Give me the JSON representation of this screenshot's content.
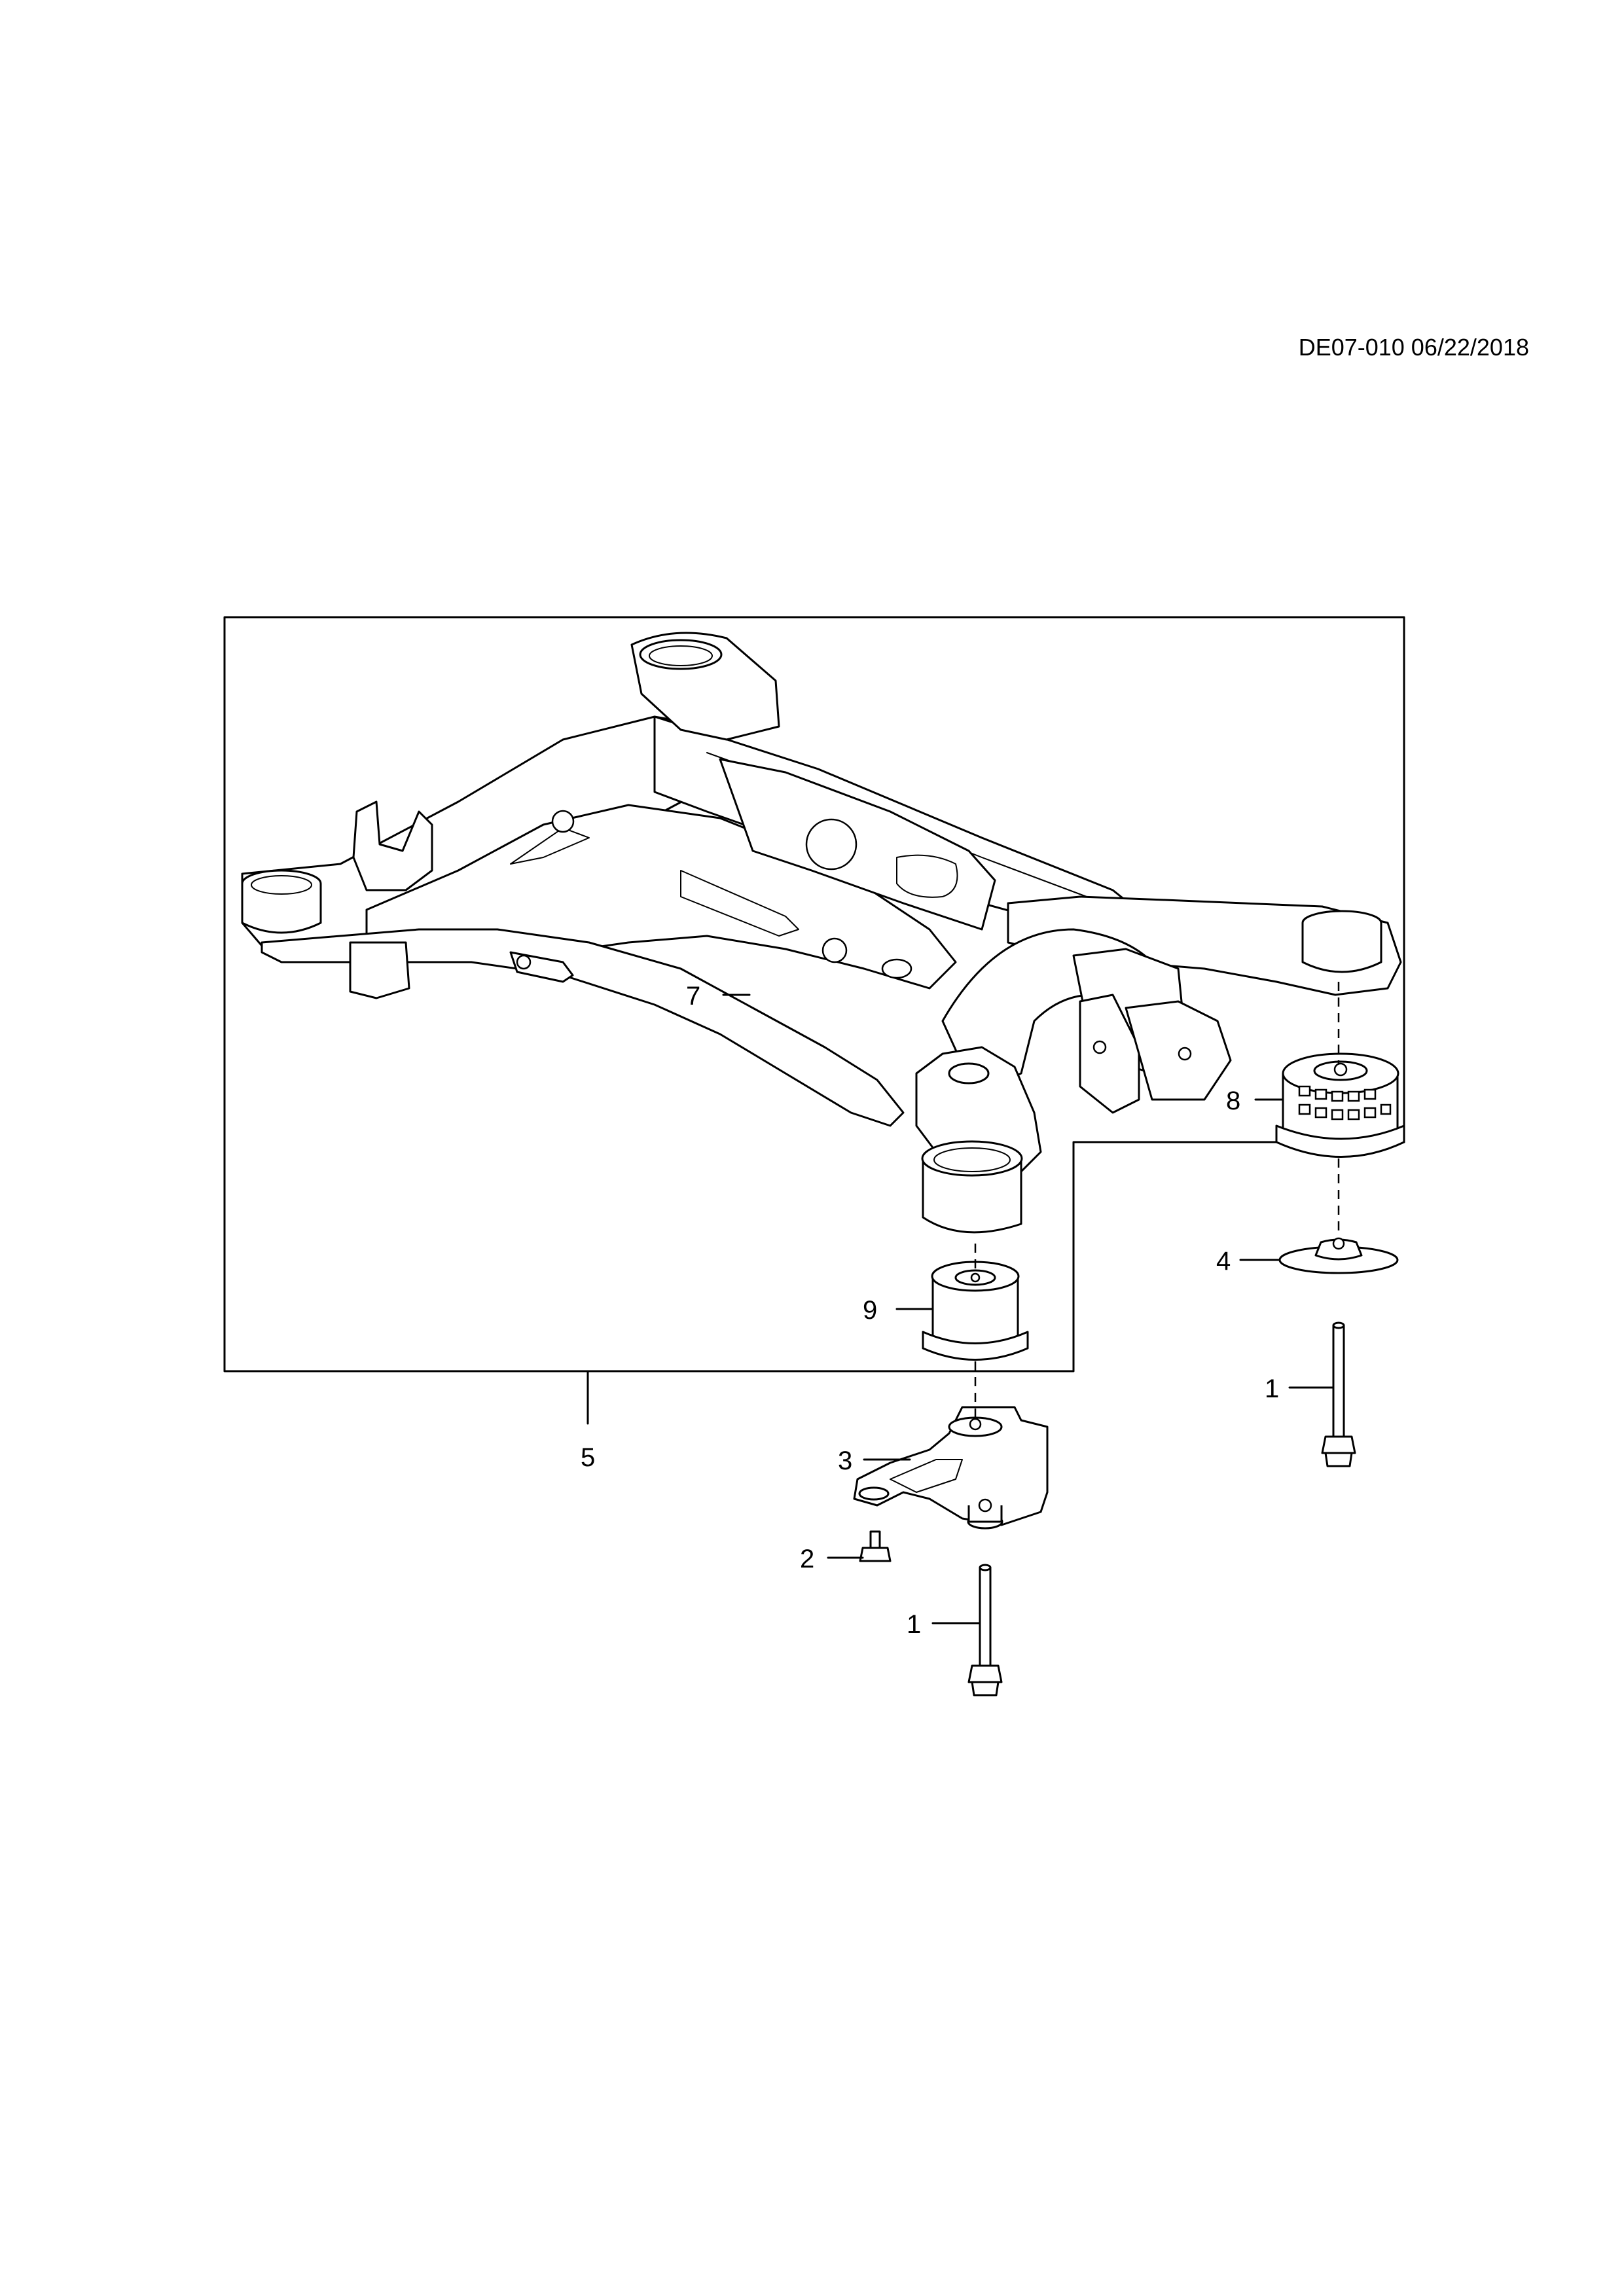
{
  "header": {
    "document_id": "DE07-010 06/22/2018"
  },
  "callouts": {
    "c1_left": "1",
    "c1_right": "1",
    "c2": "2",
    "c3": "3",
    "c4": "4",
    "c5": "5",
    "c7": "7",
    "c8": "8",
    "c9": "9"
  },
  "colors": {
    "line": "#000000",
    "background": "#ffffff"
  }
}
